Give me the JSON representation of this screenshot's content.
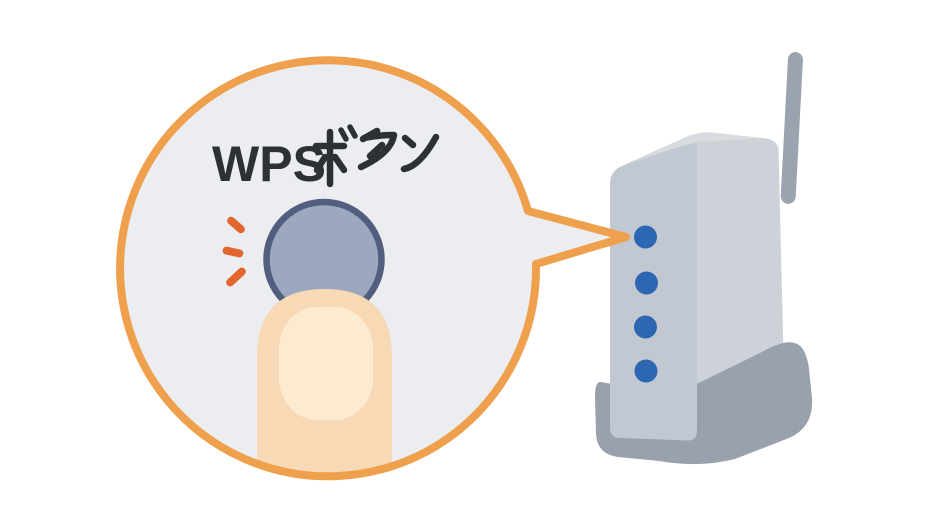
{
  "illustration": {
    "title": "WPS button press illustration",
    "bubble": {
      "label": "WPSボタン",
      "label_latin": "WPS",
      "label_kana": "ボタン",
      "fill": "#ebedf1",
      "border_color": "#efa04d",
      "text_color": "#2d3136"
    },
    "wps_button": {
      "fill": "#9ba8c0",
      "border": "#515e7d"
    },
    "finger": {
      "skin": "#f8d9b6",
      "nail": "#fdebd1"
    },
    "emphasis_marks": {
      "count": 3,
      "color": "#e2672e"
    },
    "router": {
      "led_count": 4,
      "led_color": "#2d67b2",
      "body_side_color": "#cdd2d9",
      "body_front_color": "#c2c8d1",
      "body_top_color": "#d8dce1",
      "base_color": "#99a1ad",
      "antenna_color": "#9aa3af"
    },
    "background": "#ffffff"
  }
}
